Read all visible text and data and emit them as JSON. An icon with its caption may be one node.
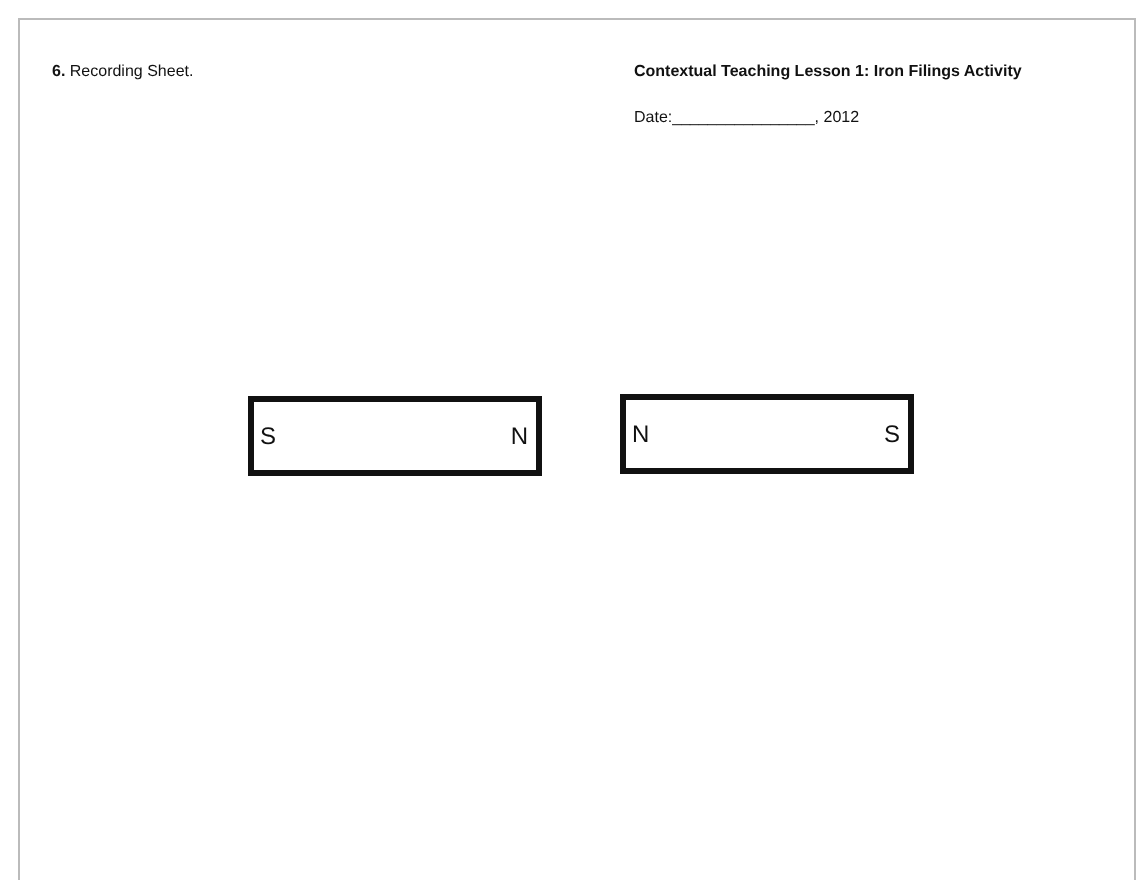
{
  "diagram": {
    "title": "Contextual Teaching Lesson 1: Iron Filings Activity",
    "nodes": [
      {
        "text": [
          "S",
          "N"
        ]
      },
      {
        "text": [
          "N",
          "S"
        ]
      }
    ],
    "labels": [
      "**6.** Recording Sheet.",
      "Date:________________, 2012"
    ]
  }
}
